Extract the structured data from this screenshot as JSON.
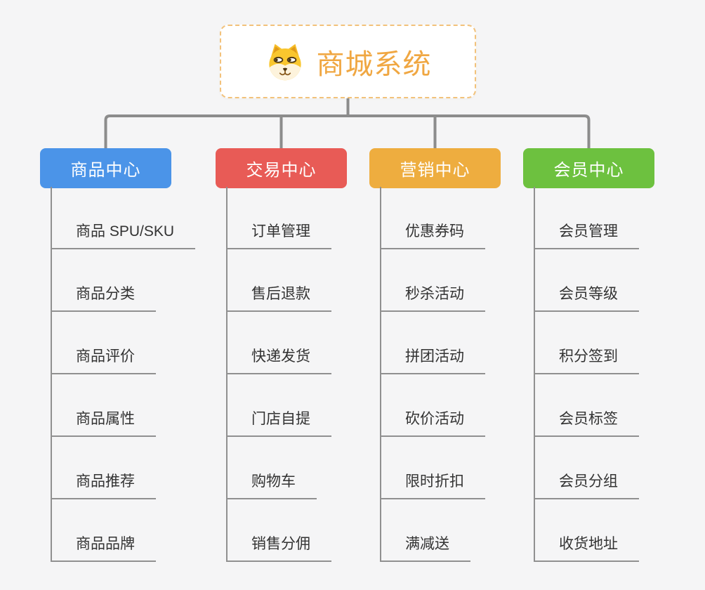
{
  "page": {
    "background": "#f5f5f6"
  },
  "connectors": {
    "color": "#8c8c8c"
  },
  "root": {
    "title": "商城系统",
    "icon": "dog-face-icon",
    "text_color": "#f0a742",
    "border_color": "#f2c27b"
  },
  "branches": [
    {
      "label": "商品中心",
      "color": "#4b94e8",
      "items": [
        "商品 SPU/SKU",
        "商品分类",
        "商品评价",
        "商品属性",
        "商品推荐",
        "商品品牌"
      ]
    },
    {
      "label": "交易中心",
      "color": "#e85b56",
      "items": [
        "订单管理",
        "售后退款",
        "快递发货",
        "门店自提",
        "购物车",
        "销售分佣"
      ]
    },
    {
      "label": "营销中心",
      "color": "#eead3f",
      "items": [
        "优惠券码",
        "秒杀活动",
        "拼团活动",
        "砍价活动",
        "限时折扣",
        "满减送"
      ]
    },
    {
      "label": "会员中心",
      "color": "#6dc13f",
      "items": [
        "会员管理",
        "会员等级",
        "积分签到",
        "会员标签",
        "会员分组",
        "收货地址"
      ]
    }
  ]
}
